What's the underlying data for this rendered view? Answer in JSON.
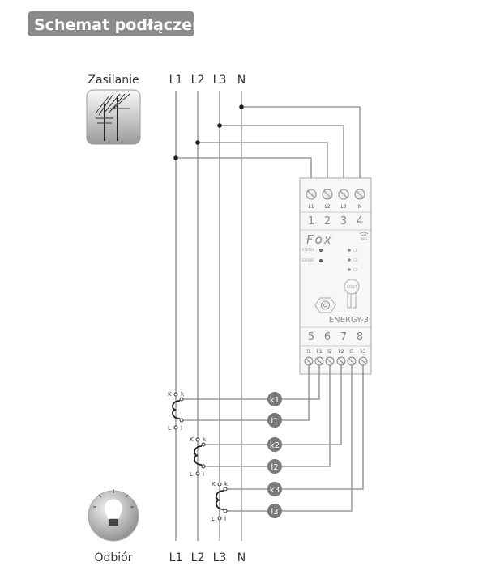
{
  "title": "Schemat podłączenia",
  "supply_label": "Zasilanie",
  "load_label": "Odbiór",
  "phases": [
    "L1",
    "L2",
    "L3",
    "N"
  ],
  "device": {
    "brand": "Fox",
    "model": "ENERGY-3",
    "wifi_label": "WiFi",
    "status_label": "STATUS",
    "error_label": "ERROR",
    "reset_label": "RESET",
    "phase_leds": [
      "L1",
      "L2",
      "L3"
    ],
    "top_terminal_labels": [
      "L1",
      "L2",
      "L3",
      "N"
    ],
    "top_terminal_numbers": [
      "1",
      "2",
      "3",
      "4"
    ],
    "bottom_terminal_numbers": [
      "5",
      "6",
      "7",
      "8"
    ],
    "bottom_terminal_labels": [
      "l1",
      "k1",
      "l2",
      "k2",
      "l3",
      "k3"
    ]
  },
  "current_transformers": [
    {
      "K": "K",
      "k": "k",
      "L": "L",
      "l": "l",
      "out_k": "k1",
      "out_l": "l1"
    },
    {
      "K": "K",
      "k": "k",
      "L": "L",
      "l": "l",
      "out_k": "k2",
      "out_l": "l2"
    },
    {
      "K": "K",
      "k": "k",
      "L": "L",
      "l": "l",
      "out_k": "k3",
      "out_l": "l3"
    }
  ],
  "colors": {
    "header_bg": "#8a8a8a",
    "wire": "#888888",
    "badge": "#7a7a7a"
  }
}
